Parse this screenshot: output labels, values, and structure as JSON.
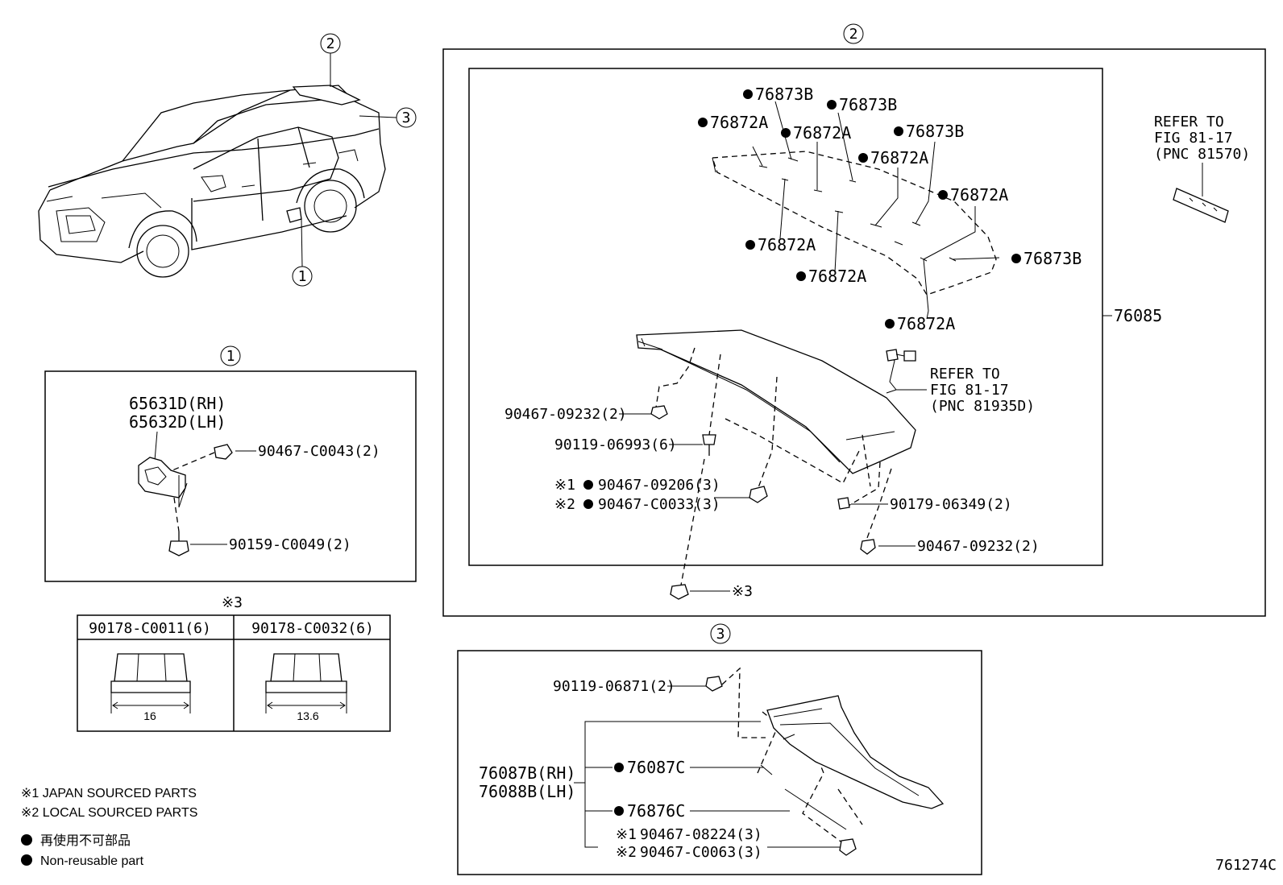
{
  "callouts": {
    "c1": "1",
    "c2": "2",
    "c3": "3"
  },
  "marks": {
    "ref3": "※3",
    "j1": "※1",
    "l2": "※2"
  },
  "section1": {
    "part_rh": "65631D(RH)",
    "part_lh": "65632D(LH)",
    "clip": "90467-C0043(2)",
    "bolt": "90159-C0049(2)"
  },
  "nut_table": {
    "headers": [
      "90178-C0011(6)",
      "90178-C0032(6)"
    ],
    "dims": [
      "16",
      "13.6"
    ]
  },
  "notes": {
    "japan": "※1 JAPAN SOURCED PARTS",
    "local": "※2 LOCAL SOURCED PARTS",
    "nonreuse_jp": "再使用不可部品",
    "nonreuse_en": "Non-reusable part"
  },
  "section2": {
    "tapes": [
      "76873B",
      "76873B",
      "76872A",
      "76872A",
      "76873B",
      "76872A",
      "76872A",
      "76872A",
      "76872A",
      "76873B",
      "76872A"
    ],
    "assembly": "76085",
    "refer_a": [
      "REFER TO",
      "FIG 81-17",
      "(PNC 81570)"
    ],
    "refer_b": [
      "REFER TO",
      "FIG 81-17",
      "(PNC 81935D)"
    ],
    "clip_a": "90467-09232(2)",
    "screw": "90119-06993(6)",
    "clip_j": "90467-09206(3)",
    "clip_l": "90467-C0033(3)",
    "nut": "90179-06349(2)",
    "clip_b": "90467-09232(2)",
    "ref3": "※3"
  },
  "section3": {
    "screw": "90119-06871(2)",
    "part_rh": "76087B(RH)",
    "part_lh": "76088B(LH)",
    "tape_a": "76087C",
    "tape_b": "76876C",
    "clip_j": "90467-08224(3)",
    "clip_l": "90467-C0063(3)"
  },
  "diagram_code": "761274C"
}
